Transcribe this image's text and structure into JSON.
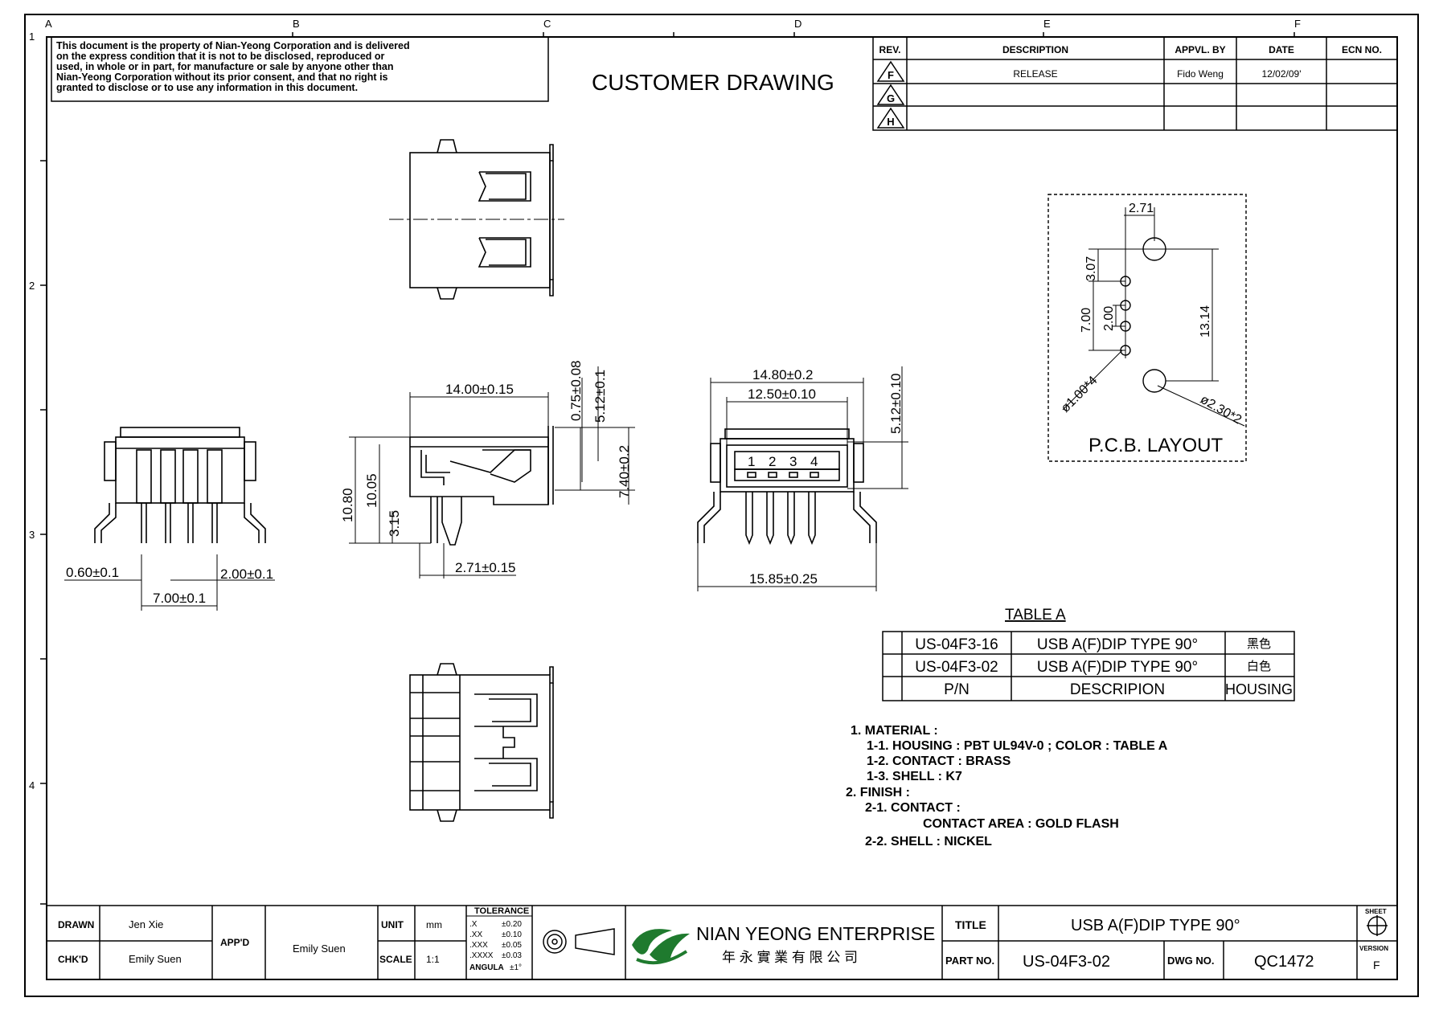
{
  "notice": [
    "This document is the property of Nian-Yeong Corporation and is delivered",
    "on   the   express condition that it is not to be disclosed, reproduced or",
    "used, in whole or in part, for manufacture or sale by anyone other than",
    "Nian-Yeong Corporation without  its prior consent, and that  no right  is",
    "granted to disclose or to use any information in this  document."
  ],
  "header": {
    "title": "CUSTOMER  DRAWING"
  },
  "zones": {
    "cols": [
      "A",
      "B",
      "C",
      "D",
      "E",
      "F"
    ],
    "rows": [
      "1",
      "2",
      "3",
      "4"
    ]
  },
  "revision": {
    "headers": [
      "REV.",
      "DESCRIPTION",
      "APPVL. BY",
      "DATE",
      "ECN NO."
    ],
    "rows": [
      {
        "rev": "F",
        "description": "RELEASE",
        "approved": "Fido Weng",
        "date": "12/02/09'",
        "ecn": ""
      },
      {
        "rev": "G",
        "description": "",
        "approved": "",
        "date": "",
        "ecn": ""
      },
      {
        "rev": "H",
        "description": "",
        "approved": "",
        "date": "",
        "ecn": ""
      }
    ]
  },
  "dims": {
    "front_pitch_a": "0.60±0.1",
    "front_pitch_b": "2.00±0.1",
    "front_span": "7.00±0.1",
    "side_length": "14.00±0.15",
    "side_h1": "10.80",
    "side_h2": "10.05",
    "side_h3": "3.15",
    "side_pin": "2.71±0.15",
    "side_v1": "0.75±0.08",
    "side_v2": "5.12±0.1",
    "side_v3": "7.40±0.2",
    "end_w1": "14.80±0.2",
    "end_w2": "12.50±0.10",
    "end_w3": "15.85±0.25",
    "end_h": "5.12±0.10",
    "pin_numbers": [
      "1",
      "2",
      "3",
      "4"
    ]
  },
  "pcb": {
    "title": "P.C.B. LAYOUT",
    "d1": "2.71",
    "d2": "3.07",
    "d3": "7.00",
    "d4": "2.00",
    "d5": "13.14",
    "hole_small": "ø1.00*4",
    "hole_large": "ø2.30*2"
  },
  "table_a": {
    "title": "TABLE A",
    "rows": [
      {
        "pn": "US-04F3-16",
        "desc": "USB A(F)DIP TYPE 90°",
        "housing": "黑色"
      },
      {
        "pn": "US-04F3-02",
        "desc": "USB A(F)DIP TYPE 90°",
        "housing": "白色"
      }
    ],
    "header": {
      "pn": "P/N",
      "desc": "DESCRIPION",
      "housing": "HOUSING"
    }
  },
  "notes": [
    "1.  MATERIAL  :",
    "1-1.  HOUSING  :  PBT  UL94V-0  ;  COLOR  :  TABLE  A",
    "1-2.  CONTACT  :  BRASS",
    "1-3.  SHELL  :  K7",
    "2.  FINISH  :",
    "2-1.  CONTACT  :",
    "CONTACT  AREA  :  GOLD  FLASH",
    "2-2.  SHELL  :  NICKEL"
  ],
  "titleblock": {
    "drawn_label": "DRAWN",
    "drawn": "Jen Xie",
    "chkd_label": "CHK'D",
    "chkd": "Emily Suen",
    "appd_label": "APP'D",
    "appd": "Emily Suen",
    "unit_label": "UNIT",
    "unit": "mm",
    "scale_label": "SCALE",
    "scale": "1:1",
    "tol_title": "TOLERANCE",
    "tol_rows": [
      [
        ".X",
        "±0.20"
      ],
      [
        ".XX",
        "±0.10"
      ],
      [
        ".XXX",
        "±0.05"
      ],
      [
        ".XXXX",
        "±0.03"
      ],
      [
        "ANGULA",
        "±1°"
      ]
    ],
    "company_en": "NIAN YEONG ENTERPRISE",
    "company_zh": "年 永 實 業 有 限 公 司",
    "title_label": "TITLE",
    "title": "USB  A(F)DIP  TYPE  90°",
    "part_label": "PART NO.",
    "part": "US-04F3-02",
    "dwg_label": "DWG NO.",
    "dwg": "QC1472",
    "sheet_label": "SHEET",
    "version_label": "VERSION",
    "version": "F"
  }
}
